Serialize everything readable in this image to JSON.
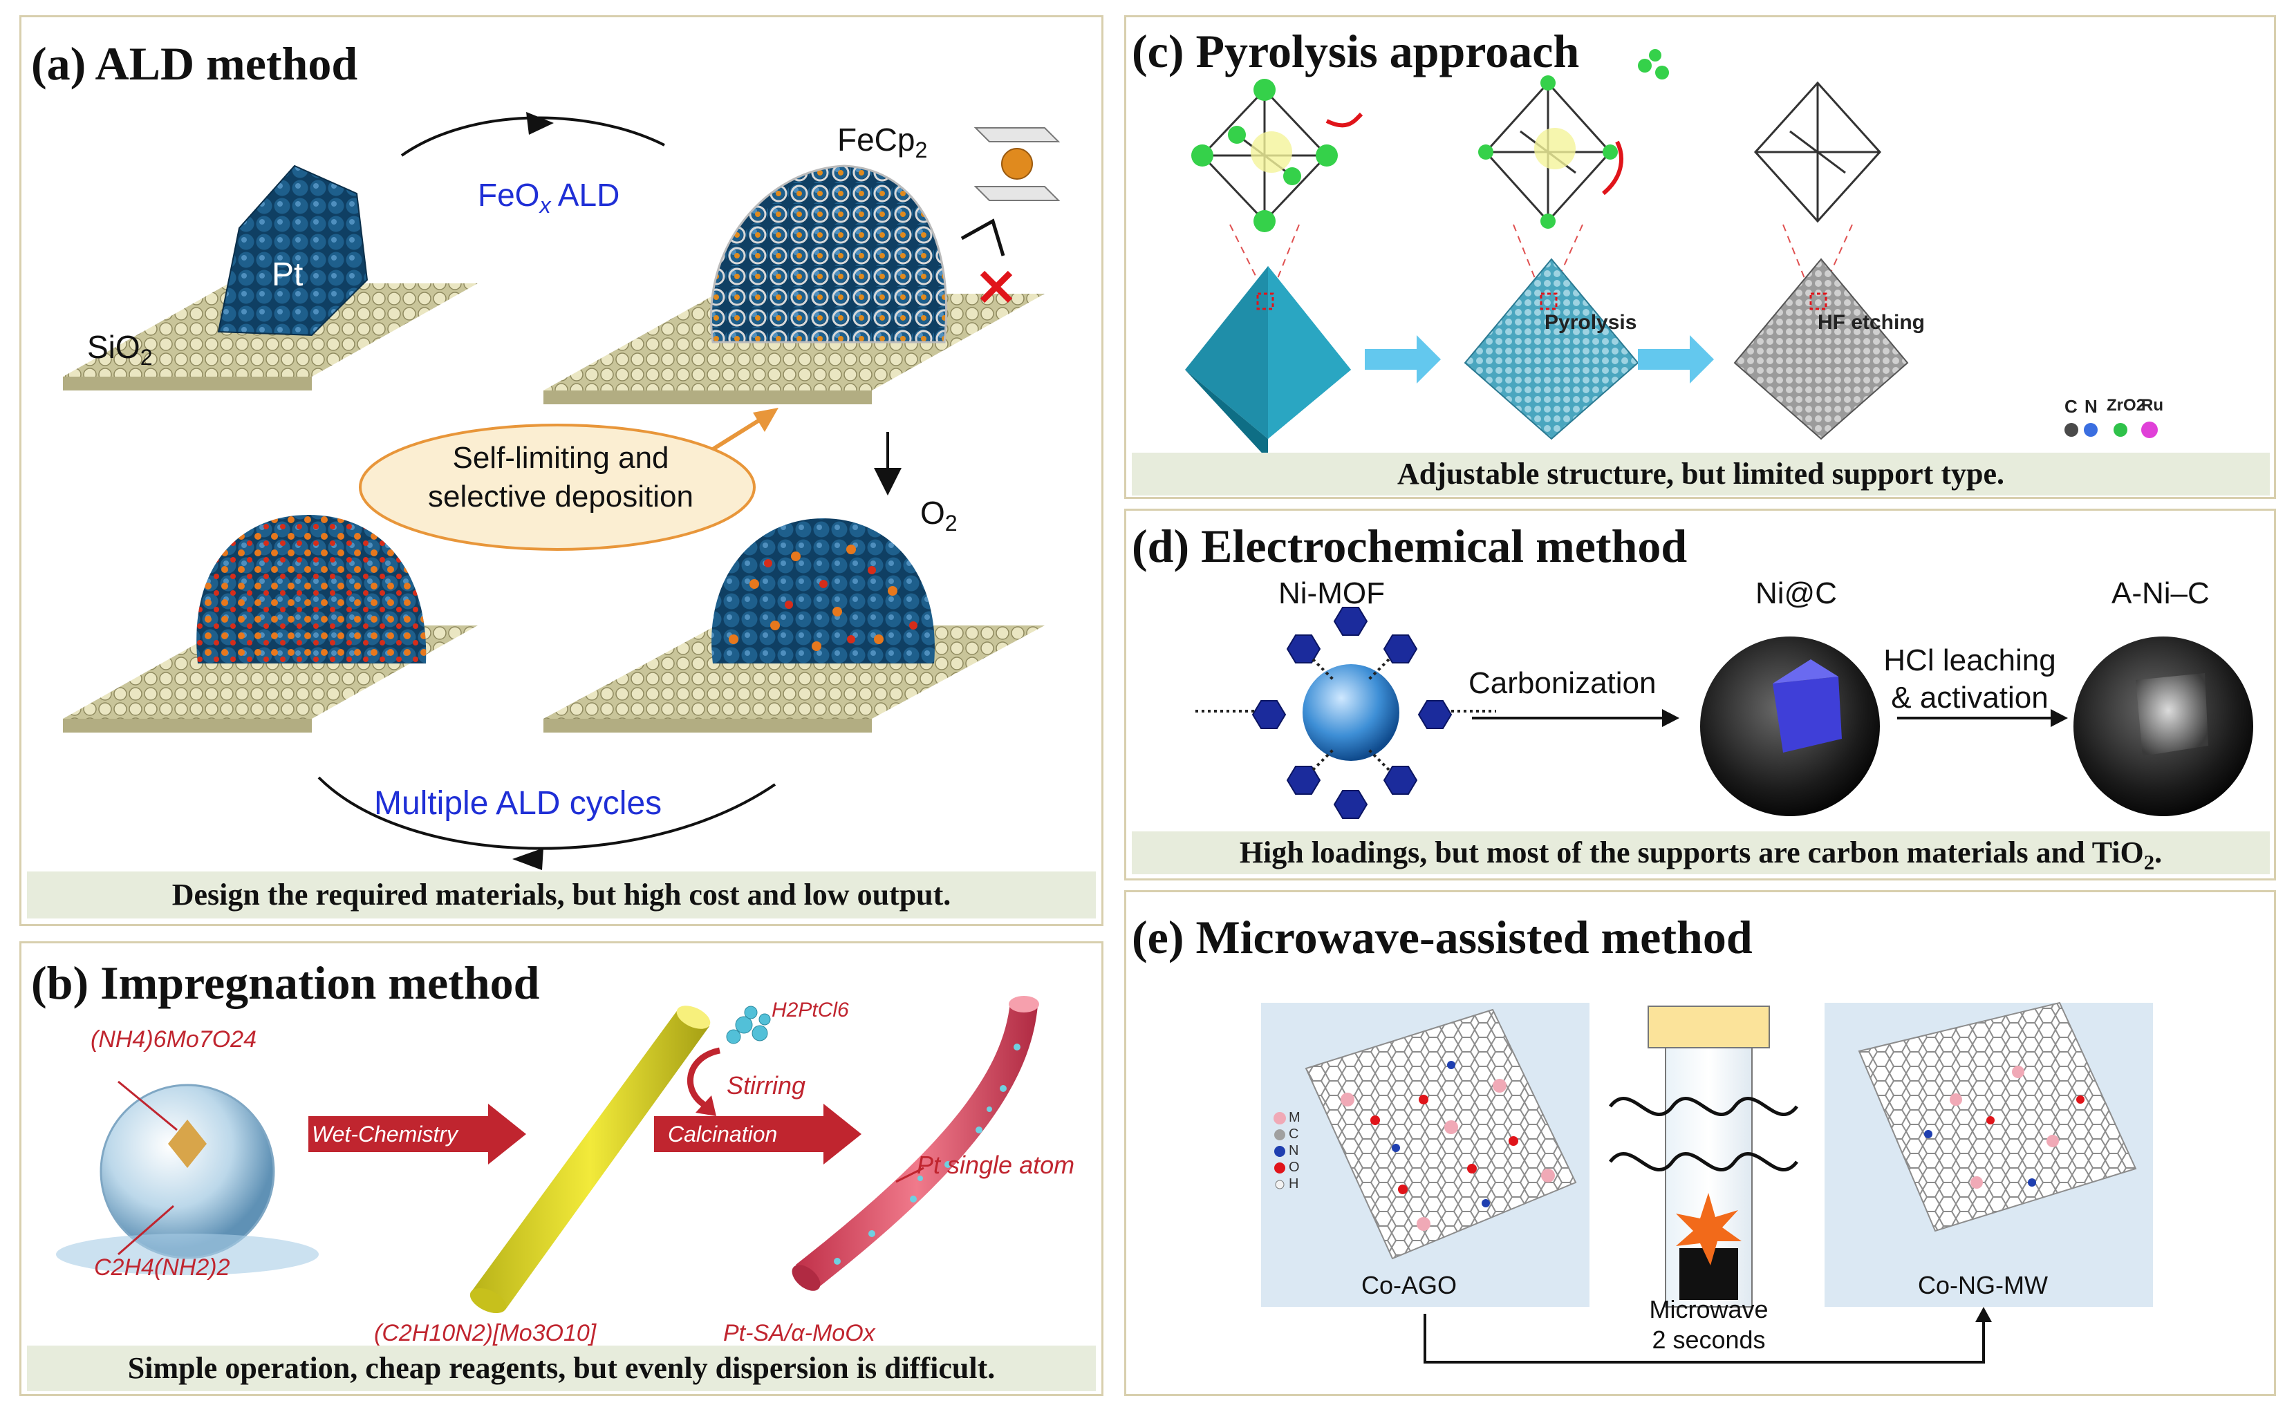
{
  "panels": {
    "a": {
      "title": "(a) ALD method",
      "labels": {
        "sio2": "SiO",
        "sio2_sub": "2",
        "pt": "Pt",
        "feox_pre": "FeO",
        "feox_sub": "x",
        "feox_post": " ALD",
        "fecp": "FeCp",
        "fecp_sub": "2",
        "o2": "O",
        "o2_sub": "2",
        "self_limiting_1": "Self-limiting and",
        "self_limiting_2": "selective deposition",
        "multiple": "Multiple ALD cycles"
      },
      "caption": "Design the required materials, but high cost and low output."
    },
    "b": {
      "title": "(b) Impregnation method",
      "labels": {
        "precursor": "(NH4)6Mo7O24",
        "amine": "C2H4(NH2)2",
        "wet": "Wet-Chemistry",
        "h2ptcl6": "H2PtCl6",
        "stirring": "Stirring",
        "calcination": "Calcination",
        "pt_single": "Pt single atom",
        "intermediate": "(C2H10N2)[Mo3O10]",
        "product": "Pt-SA/α-MoOx"
      },
      "caption": "Simple operation, cheap reagents, but evenly dispersion is difficult."
    },
    "c": {
      "title": "(c) Pyrolysis approach",
      "labels": {
        "pyrolysis": "Pyrolysis",
        "hf": "HF etching",
        "legend": [
          "C",
          "N",
          "ZrO2",
          "Ru"
        ]
      },
      "caption": "Adjustable structure, but limited support type."
    },
    "d": {
      "title": "(d) Electrochemical method",
      "labels": {
        "nimof": "Ni-MOF",
        "nic": "Ni@C",
        "anic": "A-Ni–C",
        "carbonization": "Carbonization",
        "hcl_1": "HCl leaching",
        "hcl_2": "& activation"
      },
      "caption_pre": "High loadings, but most of the supports are carbon materials and TiO",
      "caption_sub": "2",
      "caption_post": "."
    },
    "e": {
      "title": "(e) Microwave-assisted method",
      "labels": {
        "coago": "Co-AGO",
        "microwave": "Microwave",
        "seconds": "2 seconds",
        "congmw": "Co-NG-MW",
        "legend": [
          "M",
          "C",
          "N",
          "O",
          "H"
        ]
      }
    }
  },
  "colors": {
    "panel_border": "#d8cfae",
    "caption_bg": "#e7ecdc",
    "blue_text": "#1f2fd6",
    "arrow_red": "#c0252f",
    "pt_blue": "#1e5f8c",
    "ball_orange": "#e08a1e",
    "octahedron_teal": "#2a9ab8"
  }
}
